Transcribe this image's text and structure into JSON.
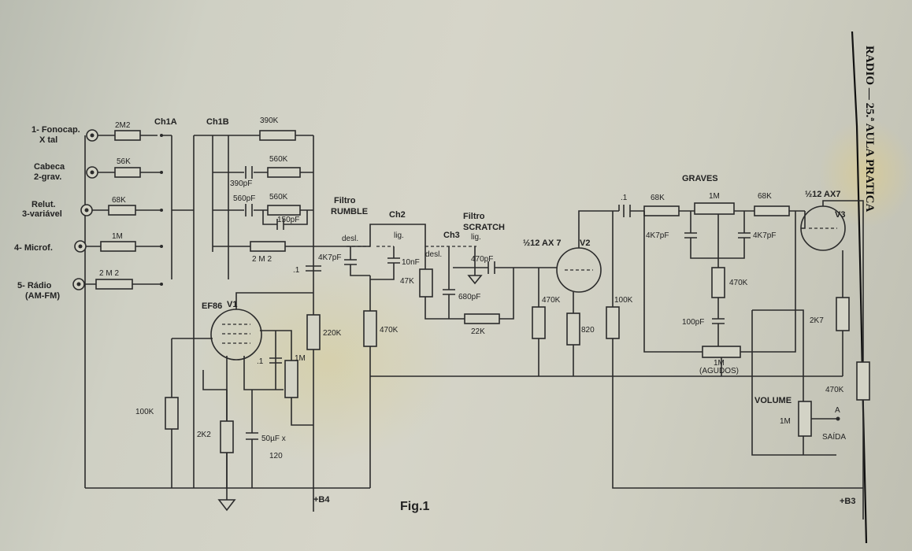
{
  "page_header": {
    "text": "RADIO — 25.ª AULA PRATICA"
  },
  "figure": {
    "caption": "Fig.1"
  },
  "inputs": [
    {
      "label": "1- Fonocap.\nX tal",
      "line1": "1- Fonocap.",
      "line2": "X tal",
      "resistor": "2M2"
    },
    {
      "label": "Cabeca\n2-grav.",
      "line1": "Cabeca",
      "line2": "2-grav.",
      "resistor": "56K"
    },
    {
      "label": "Relut.\n3-variável",
      "line1": "Relut.",
      "line2": "3-variável",
      "resistor": "68K"
    },
    {
      "label": "4- Microf.",
      "line1": "4- Microf.",
      "line2": "",
      "resistor": "1M"
    },
    {
      "label": "5- Rádio\n(AM-FM)",
      "line1": "5- Rádio",
      "line2": "(AM-FM)",
      "resistor": "2 M 2"
    }
  ],
  "switches": {
    "ch1a": "Ch1A",
    "ch1b": "Ch1B",
    "ch2": "Ch2",
    "ch3": "Ch3",
    "desl": "desl.",
    "lig": "lig."
  },
  "eq_network": {
    "r1": "390K",
    "r2": "560K",
    "c1": "390pF",
    "c2": "560pF",
    "r3": "560K",
    "c3": "150pF",
    "r4": "2 M 2",
    "cap_point1": ".1"
  },
  "tube1": {
    "label": "EF86",
    "ref": "V1",
    "c_bypass": ".1",
    "r_plate": "1M",
    "r_cathode": "2K2",
    "c_cathode": "50µF x",
    "c_cathode_v": "120",
    "r_grid": "100K",
    "r_load": "220K"
  },
  "rumble": {
    "title_line1": "Filtro",
    "title_line2": "RUMBLE",
    "c1": "4K7pF",
    "c2": "10nF",
    "r1": "47K",
    "r2": "470K"
  },
  "scratch": {
    "title_line1": "Filtro",
    "title_line2": "SCRATCH",
    "c1": "470pF",
    "c2": "680pF",
    "r1": "22K"
  },
  "tube2": {
    "label": "½12 AX 7",
    "ref": "V2",
    "r_grid": "470K",
    "r_cathode": "820",
    "r_plate": "100K",
    "c_out": ".1"
  },
  "tone": {
    "graves": "GRAVES",
    "r1": "68K",
    "pot_graves": "1M",
    "r2": "68K",
    "c1": "4K7pF",
    "c2": "4K7pF",
    "r3": "470K",
    "c3": "100pF",
    "pot_agudos": "1M",
    "agudos": "(AGUDOS)"
  },
  "tube3": {
    "label": "½12 AX7",
    "ref": "V3",
    "r_cathode": "2K7",
    "r_plate": "470K"
  },
  "volume": {
    "title": "VOLUME",
    "pot": "1M",
    "out_label": "SAÍDA",
    "out_mark": "A"
  },
  "supply": {
    "b4": "+B4",
    "b3": "+B3"
  }
}
